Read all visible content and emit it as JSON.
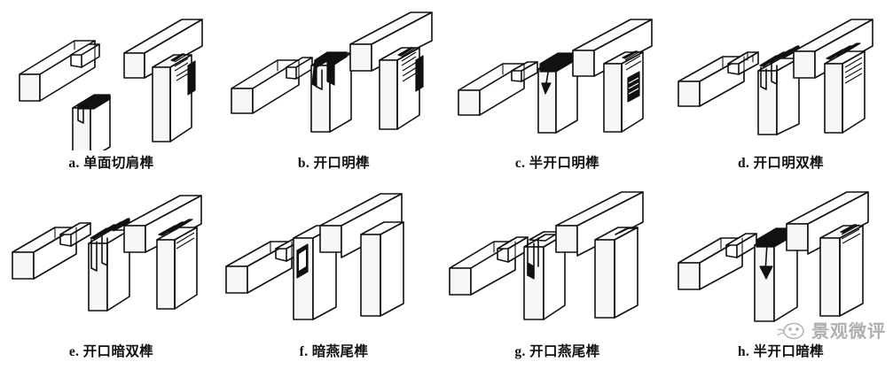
{
  "page": {
    "type": "technical-illustration",
    "subject": "Chinese traditional timber mortise-and-tenon joint types",
    "background_color": "#ffffff",
    "ink_color": "#111111",
    "rows": 2,
    "columns": 4
  },
  "figures": [
    {
      "id": "a",
      "index_label": "a.",
      "name": "单面切肩榫",
      "caption": "a. 单面切肩榫",
      "row": 1,
      "column": 1,
      "parts": [
        "horizontal rail with tenon",
        "vertical post with mortise",
        "assembled joint"
      ]
    },
    {
      "id": "b",
      "index_label": "b.",
      "name": "开口明榫",
      "caption": "b. 开口明榫",
      "row": 1,
      "column": 2,
      "parts": [
        "horizontal rail with tenon",
        "vertical post with open mortise",
        "assembled joint"
      ]
    },
    {
      "id": "c",
      "index_label": "c.",
      "name": "半开口明榫",
      "caption": "c. 半开口明榫",
      "row": 1,
      "column": 3,
      "parts": [
        "horizontal rail with tenon",
        "vertical post with half-open mortise",
        "assembled joint"
      ]
    },
    {
      "id": "d",
      "index_label": "d.",
      "name": "开口明双榫",
      "caption": "d. 开口明双榫",
      "row": 1,
      "column": 4,
      "parts": [
        "horizontal rail with double tenon",
        "vertical post with open double mortise",
        "assembled joint"
      ]
    },
    {
      "id": "e",
      "index_label": "e.",
      "name": "开口暗双榫",
      "caption": "e. 开口暗双榫",
      "row": 2,
      "column": 1,
      "parts": [
        "horizontal rail with blind double tenon",
        "vertical post with double mortise",
        "assembled joint"
      ]
    },
    {
      "id": "f",
      "index_label": "f.",
      "name": "暗燕尾榫",
      "caption": "f. 暗燕尾榫",
      "row": 2,
      "column": 2,
      "parts": [
        "horizontal rail with blind dovetail tenon",
        "vertical post with dovetail mortise",
        "assembled joint"
      ]
    },
    {
      "id": "g",
      "index_label": "g.",
      "name": "开口燕尾榫",
      "caption": "g. 开口燕尾榫",
      "row": 2,
      "column": 3,
      "parts": [
        "horizontal rail with dovetail tenon",
        "vertical post with open dovetail mortise",
        "assembled joint"
      ]
    },
    {
      "id": "h",
      "index_label": "h.",
      "name": "半开口暗榫",
      "caption": "h. 半开口暗榫",
      "row": 2,
      "column": 4,
      "parts": [
        "horizontal rail with blind tenon",
        "vertical post with half-open mortise",
        "assembled joint"
      ]
    }
  ],
  "watermark": {
    "text": "景观微评",
    "color": "#6e6e6e",
    "position": "bottom-right",
    "logo": "cat-face-logo"
  }
}
